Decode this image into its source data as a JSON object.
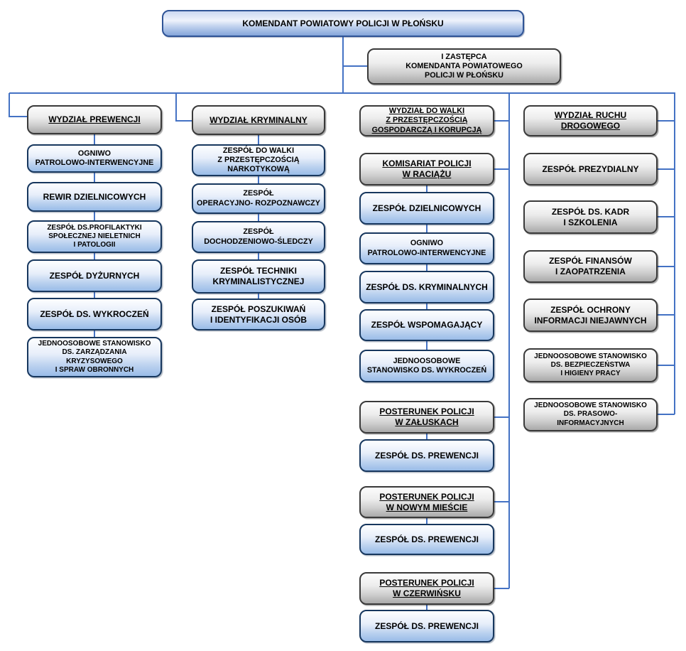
{
  "colors": {
    "connector_line": "#4472c4",
    "root_box_fill_bottom": "#84a5da",
    "root_box_border": "#2f5496",
    "unit_box_fill_bottom": "#99bce8",
    "unit_box_border": "#17375e",
    "gray_box_fill_bottom": "#a9a9a9",
    "gray_box_border": "#3a3a3a",
    "text": "#000000"
  },
  "org": {
    "root": "KOMENDANT POWIATOWY POLICJI W PŁOŃSKU",
    "deputy": "I ZASTĘPCA\nKOMENDANTA POWIATOWEGO\nPOLICJI W PŁOŃSKU",
    "prewencja": {
      "header": "WYDZIAŁ PREWENCJI",
      "units": [
        "OGNIWO\nPATROLOWO-INTERWENCYJNE",
        "REWIR DZIELNICOWYCH",
        "ZESPÓŁ DS.PROFILAKTYKI\nSPOŁECZNEJ NIELETNICH\nI PATOLOGII",
        "ZESPÓŁ DYŻURNYCH",
        "ZESPÓŁ DS. WYKROCZEŃ",
        "JEDNOOSOBOWE STANOWISKO\nDS. ZARZĄDZANIA\nKRYZYSOWEGO\nI SPRAW OBRONNYCH"
      ]
    },
    "kryminalny": {
      "header": "WYDZIAŁ KRYMINALNY",
      "units": [
        "ZESPÓŁ DO WALKI\nZ PRZESTĘPCZOŚCIĄ\nNARKOTYKOWĄ",
        "ZESPÓŁ\nOPERACYJNO- ROZPOZNAWCZY",
        "ZESPÓŁ\nDOCHODZENIOWO-ŚLEDCZY",
        "ZESPÓŁ TECHNIKI\nKRYMINALISTYCZNEJ",
        "ZESPÓŁ POSZUKIWAŃ\nI IDENTYFIKACJI OSÓB"
      ]
    },
    "gospodarczy": {
      "header": "WYDZIAŁ DO WALKI\nZ PRZESTĘPCZOŚCIĄ\nGOSPODARCZĄ I KORUPCJĄ"
    },
    "komisariat_raciaz": {
      "header": "KOMISARIAT POLICJI\nW RACIĄŻU",
      "units": [
        "ZESPÓŁ DZIELNICOWYCH",
        "OGNIWO\nPATROLOWO-INTERWENCYJNE",
        "ZESPÓŁ DS. KRYMINALNYCH",
        "ZESPÓŁ WSPOMAGAJĄCY",
        "JEDNOOSOBOWE\nSTANOWISKO DS. WYKROCZEŃ"
      ]
    },
    "posterunki": [
      {
        "header": "POSTERUNEK POLICJI\nW ZAŁUSKACH",
        "unit": "ZESPÓŁ DS. PREWENCJI"
      },
      {
        "header": "POSTERUNEK POLICJI\nW NOWYM MIEŚCIE",
        "unit": "ZESPÓŁ DS. PREWENCJI"
      },
      {
        "header": "POSTERUNEK POLICJI\nW CZERWIŃSKU",
        "unit": "ZESPÓŁ DS. PREWENCJI"
      }
    ],
    "ruch_drogowy": {
      "header": "WYDZIAŁ RUCHU\nDROGOWEGO"
    },
    "samodzielne": [
      "ZESPÓŁ PREZYDIALNY",
      "ZESPÓŁ DS. KADR\nI SZKOLENIA",
      "ZESPÓŁ FINANSÓW\nI ZAOPATRZENIA",
      "ZESPÓŁ OCHRONY\nINFORMACJI NIEJAWNYCH",
      "JEDNOOSOBOWE STANOWISKO\nDS. BEZPIECZEŃSTWA\nI HIGIENY PRACY",
      "JEDNOOSOBOWE STANOWISKO\nDS. PRASOWO-\nINFORMACYJNYCH"
    ]
  }
}
